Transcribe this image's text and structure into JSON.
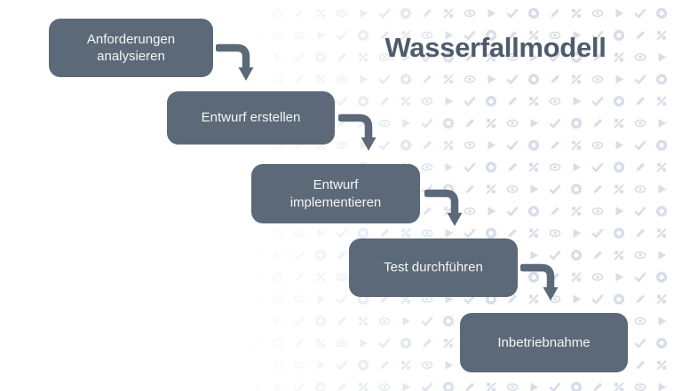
{
  "title": "Wasserfallmodell",
  "colors": {
    "background": "#ffffff",
    "box": "#5c6978",
    "box_text": "#f4f6f7",
    "arrow": "#5c6978",
    "title": "#4d5b6b",
    "pattern_icon": "#d7dee8"
  },
  "diagram": {
    "type": "waterfall-flow",
    "direction": "staircase-top-left-to-bottom-right",
    "steps": [
      {
        "order": 1,
        "label": "Anforderungen analysieren"
      },
      {
        "order": 2,
        "label": "Entwurf erstellen"
      },
      {
        "order": 3,
        "label": "Entwurf implementieren"
      },
      {
        "order": 4,
        "label": "Test durchführen"
      },
      {
        "order": 5,
        "label": "Inbetriebnahme"
      }
    ],
    "connections": [
      {
        "from": 1,
        "to": 2
      },
      {
        "from": 2,
        "to": 3
      },
      {
        "from": 3,
        "to": 4
      },
      {
        "from": 4,
        "to": 5
      }
    ]
  },
  "background_pattern": {
    "icons": [
      "check-icon",
      "donut-icon",
      "pencil-icon",
      "percent-icon",
      "eye-icon",
      "play-icon"
    ],
    "description": "faint repeating icon grid fading out toward the left"
  }
}
